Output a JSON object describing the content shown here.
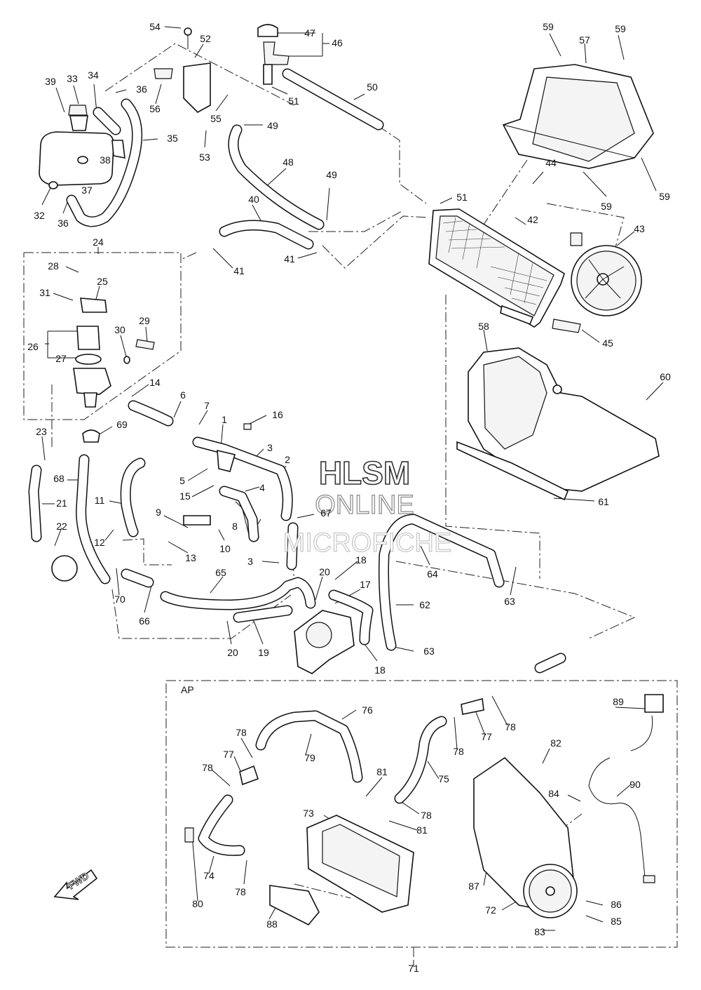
{
  "watermark": {
    "line1": "HLSM",
    "line2": "ONLINE",
    "line3": "MICROFICHE"
  },
  "group_label": "AP",
  "fwd_label": "FWD",
  "callouts": [
    "1",
    "2",
    "3",
    "3",
    "4",
    "5",
    "6",
    "7",
    "8",
    "9",
    "10",
    "11",
    "12",
    "13",
    "14",
    "15",
    "16",
    "17",
    "18",
    "18",
    "19",
    "20",
    "20",
    "21",
    "22",
    "23",
    "24",
    "25",
    "26",
    "27",
    "28",
    "29",
    "30",
    "31",
    "32",
    "33",
    "34",
    "35",
    "36",
    "36",
    "37",
    "38",
    "39",
    "40",
    "41",
    "41",
    "42",
    "43",
    "44",
    "45",
    "46",
    "47",
    "48",
    "49",
    "49",
    "50",
    "51",
    "51",
    "52",
    "53",
    "54",
    "55",
    "56",
    "57",
    "58",
    "59",
    "59",
    "59",
    "59",
    "60",
    "61",
    "62",
    "63",
    "63",
    "64",
    "65",
    "66",
    "67",
    "68",
    "69",
    "70",
    "71",
    "72",
    "73",
    "74",
    "75",
    "76",
    "77",
    "77",
    "78",
    "78",
    "78",
    "78",
    "78",
    "78",
    "79",
    "80",
    "81",
    "81",
    "82",
    "83",
    "84",
    "85",
    "86",
    "87",
    "88",
    "89",
    "90"
  ]
}
